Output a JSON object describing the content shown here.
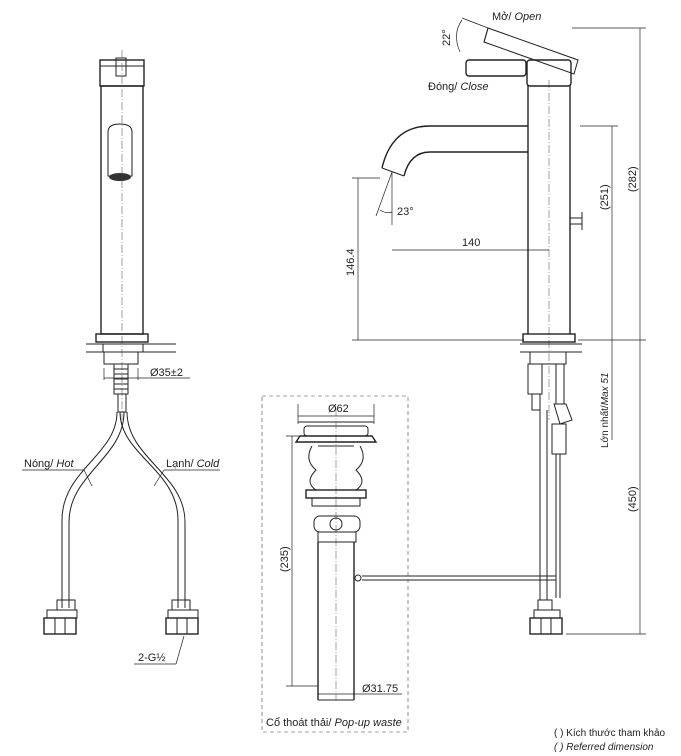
{
  "labels": {
    "open": "Mở/",
    "open_en": "Open",
    "close": "Đóng/",
    "close_en": "Close",
    "angle_lever": "22°",
    "angle_spout": "23°",
    "hot": "Nóng/",
    "hot_en": "Hot",
    "cold": "Lạnh/",
    "cold_en": "Cold",
    "connection": "2-G½",
    "mount_hole": "Ø35±2",
    "max_label": "Lớn nhất/",
    "max_label_en": "Max 51",
    "popup_top_dia": "Ø62",
    "popup_bottom_dia": "Ø31.75",
    "popup_title": "Cổ thoát thải/",
    "popup_title_en": "Pop-up waste"
  },
  "dimensions": {
    "lever_height": "(282)",
    "spout_height": "(251)",
    "spout_clearance": "146.4",
    "spout_reach": "140",
    "below_deck": "(450)",
    "popup_length": "(235)"
  },
  "legend": {
    "note_vi": "( ) Kích thước tham khảo",
    "note_en": "( ) Referred dimension"
  }
}
